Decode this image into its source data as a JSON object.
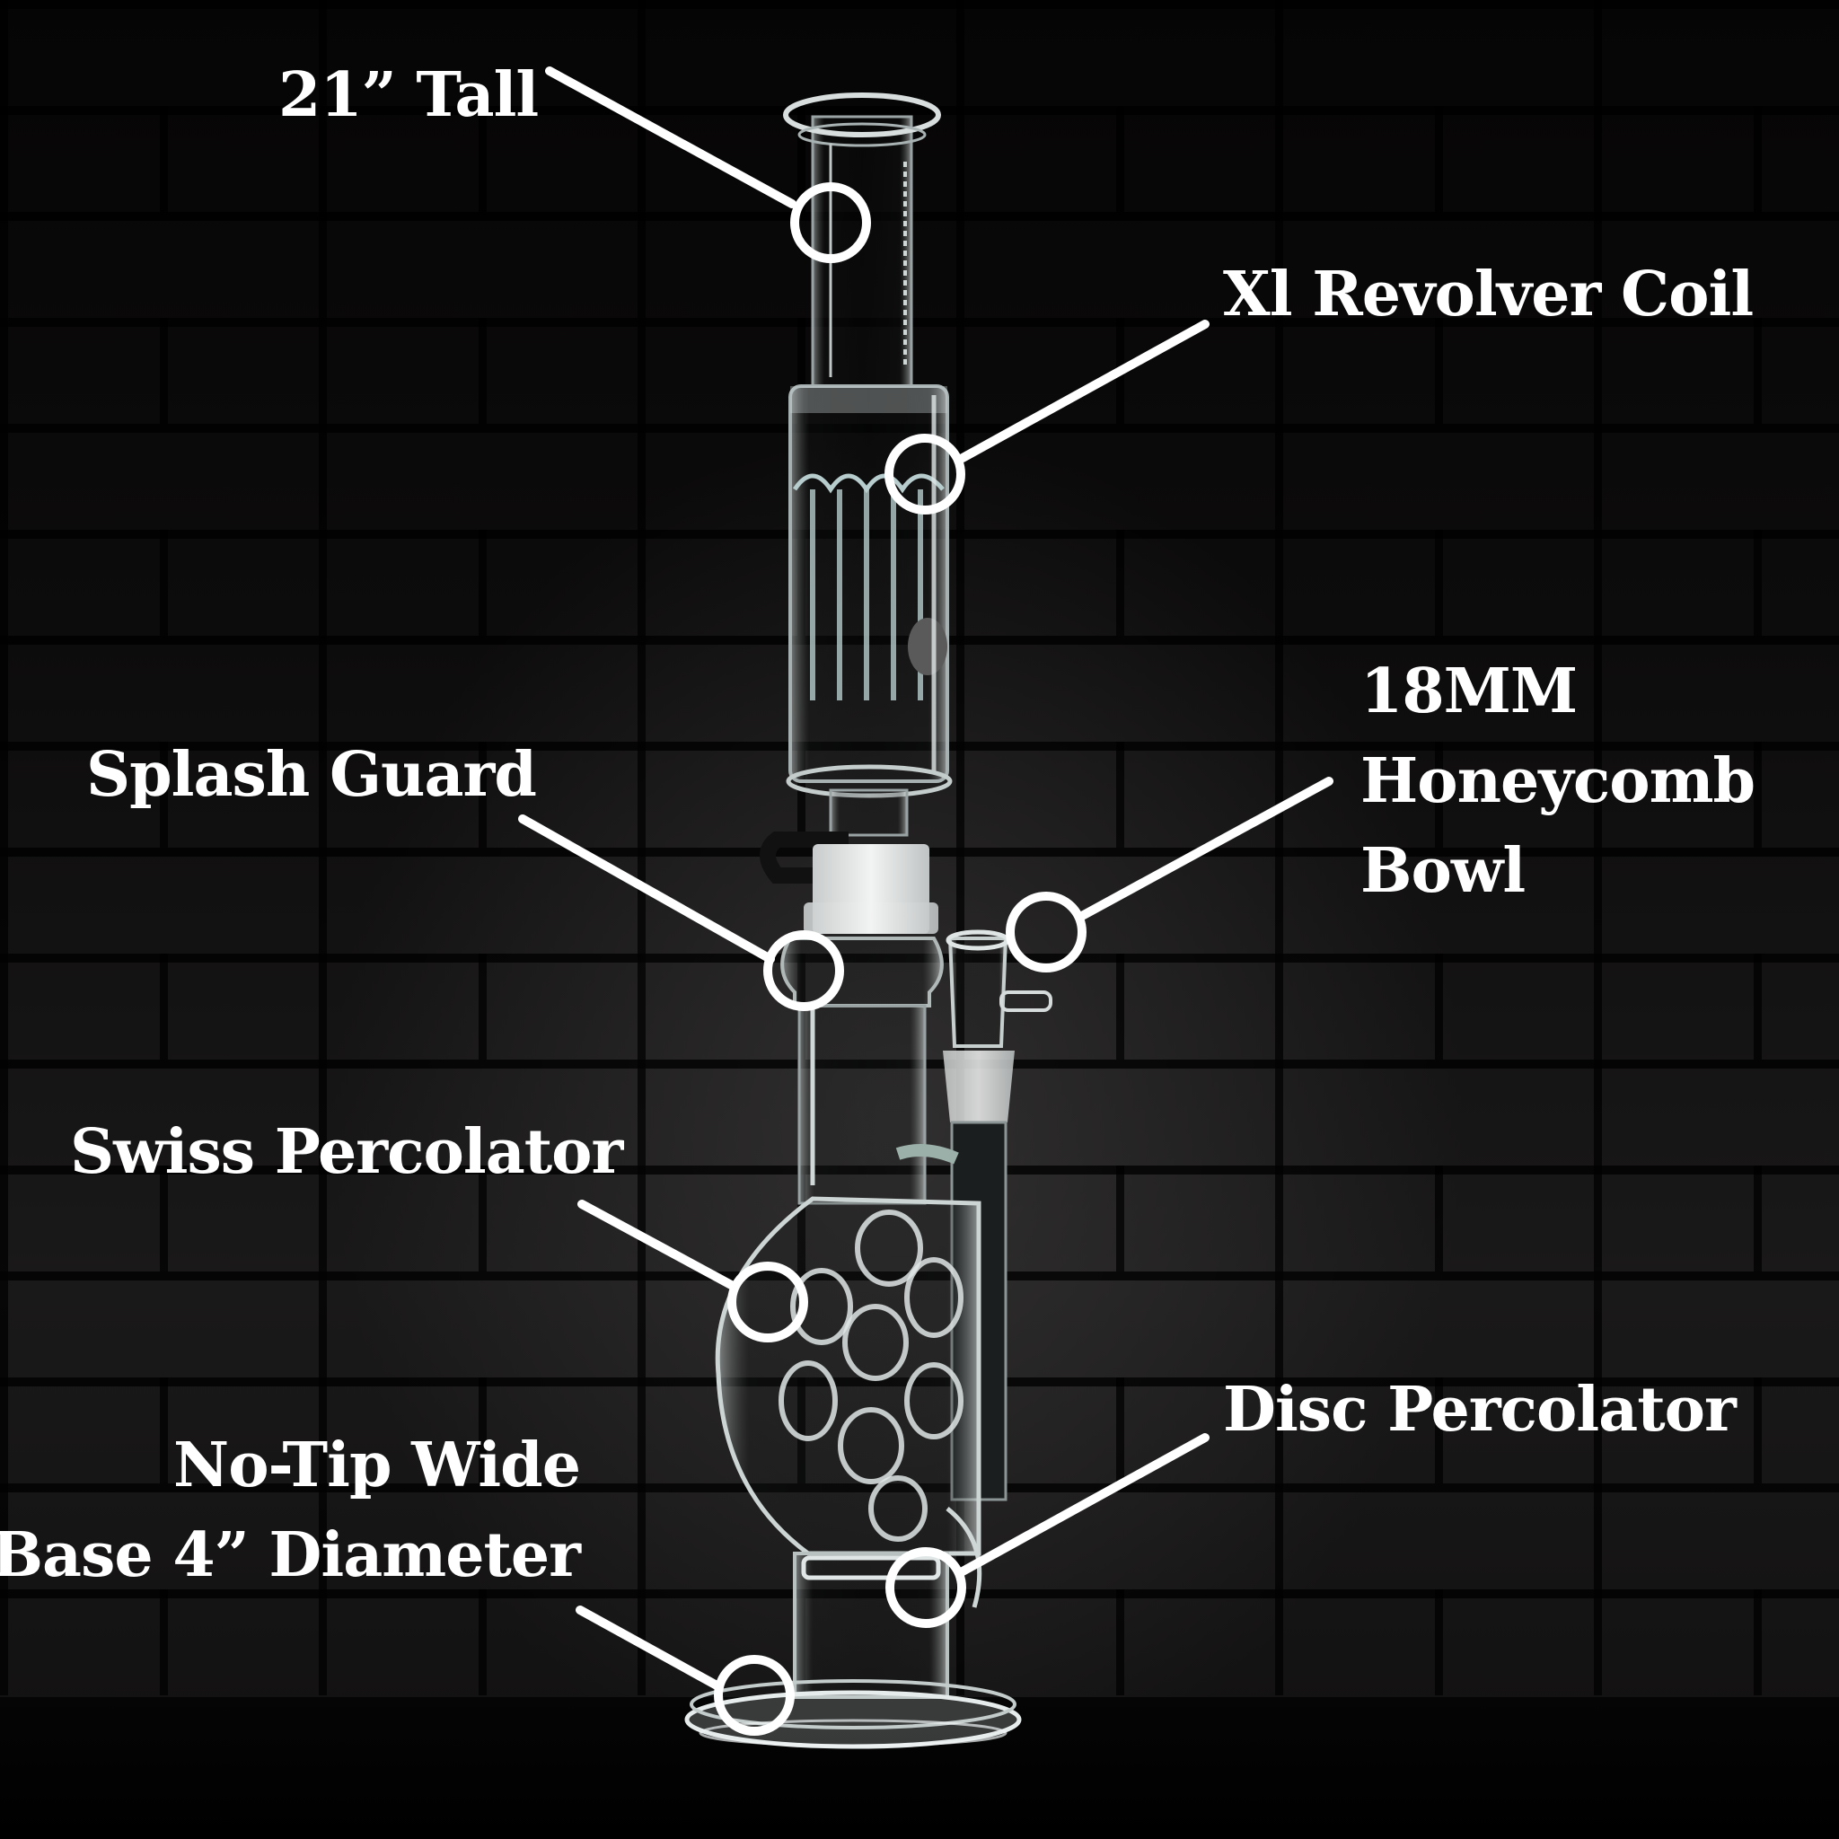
{
  "image": {
    "description": "Annotated glass water pipe on dark brick background",
    "background_color": "#0a0909",
    "annotation_color": "#ffffff"
  },
  "labels": {
    "height": {
      "lines": [
        "21” Tall"
      ]
    },
    "coil": {
      "lines": [
        "Xl Revolver Coil"
      ]
    },
    "bowl": {
      "lines": [
        "18MM",
        "Honeycomb",
        "Bowl"
      ]
    },
    "splash_guard": {
      "lines": [
        "Splash Guard"
      ]
    },
    "swiss_perc": {
      "lines": [
        "Swiss Percolator"
      ]
    },
    "disc_perc": {
      "lines": [
        "Disc Percolator"
      ]
    },
    "base": {
      "lines": [
        "No-Tip Wide",
        "Base 4” Diameter"
      ]
    }
  }
}
